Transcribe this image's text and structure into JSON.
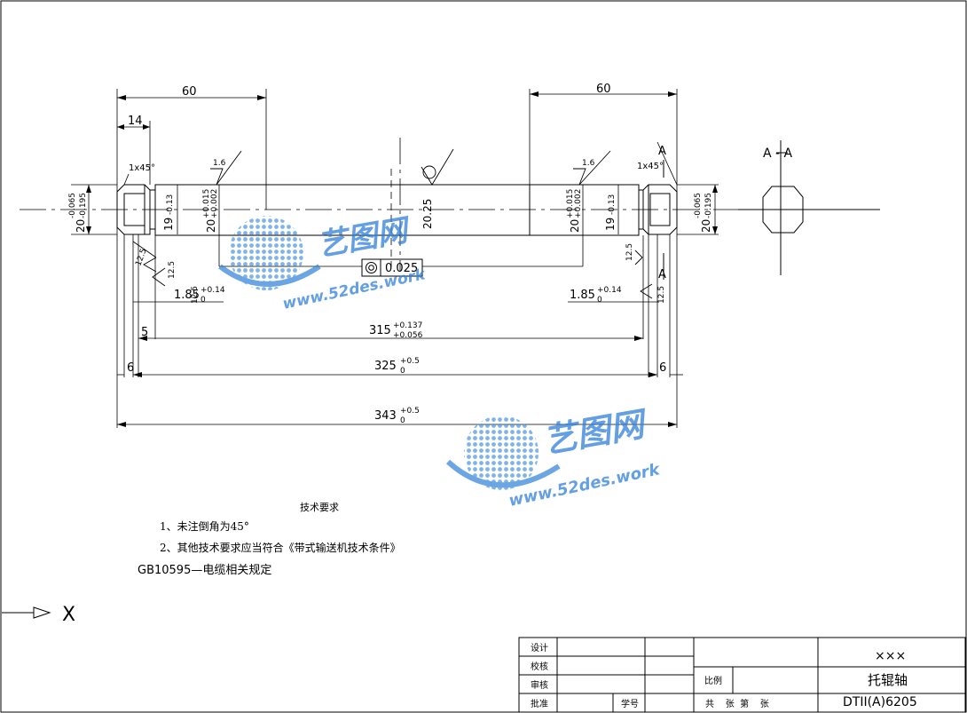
{
  "dims": {
    "top_left": "60",
    "top_right": "60",
    "collar": "14",
    "chamfer_left": "1x45°",
    "chamfer_right": "1x45°",
    "sec_mark_top": "A",
    "sec_mark_bot": "A",
    "section_title": "A - A",
    "rough_16_left": "1.6",
    "rough_16_right": "1.6",
    "dia_end_left": "20",
    "dia_end_left_up": "-0.065",
    "dia_end_left_lo": "-0.195",
    "dia_end_right": "20",
    "dia_end_right_up": "-0.065",
    "dia_end_right_lo": "-0.195",
    "dia_19_left": "19",
    "dia_19_left_tol": "-0.13",
    "dia_19_right": "19",
    "dia_19_right_tol": "-0.13",
    "dia_bearing_left": "20",
    "dia_bearing_left_up": "+0.015",
    "dia_bearing_left_lo": "+0.002",
    "dia_bearing_right": "20",
    "dia_bearing_right_up": "+0.015",
    "dia_bearing_right_lo": "+0.002",
    "dia_center": "20.25",
    "rough_125_a": "12.5",
    "rough_125_b": "12.5",
    "rough_125_c": "12.5",
    "rough_125_d": "12.5",
    "rough_125_e": "12.5",
    "groove_left": "1.85",
    "groove_left_up": "+0.14",
    "groove_left_lo": "0",
    "groove_right": "1.85",
    "groove_right_up": "+0.14",
    "groove_right_lo": "0",
    "tol_value": "0.025",
    "d5": "5",
    "d315": "315",
    "d315_up": "+0.137",
    "d315_lo": "+0.056",
    "d6_left": "6",
    "d6_right": "6",
    "d325": "325",
    "d325_up": "+0.5",
    "d325_lo": "0",
    "d343": "343",
    "d343_up": "+0.5",
    "d343_lo": "0"
  },
  "notes": {
    "heading": "技术要求",
    "line1": "1、未注倒角为45°",
    "line2": "2、其他技术要求应当符合《带式输送机技术条件》",
    "line3": "GB10595—电缆相关规定",
    "surface_mark": "X"
  },
  "title_block": {
    "design": "设计",
    "check": "校核",
    "review": "审核",
    "approve": "批准",
    "sheet_no": "学号",
    "scale": "比例",
    "company": "×××",
    "part_name": "托辊轴",
    "drawing_no": "DTII(A)6205",
    "sheets": "共    张  第    张"
  },
  "watermark": {
    "brand": "艺图网",
    "url": "www.52des.work",
    "color": "#2f7fd8"
  }
}
